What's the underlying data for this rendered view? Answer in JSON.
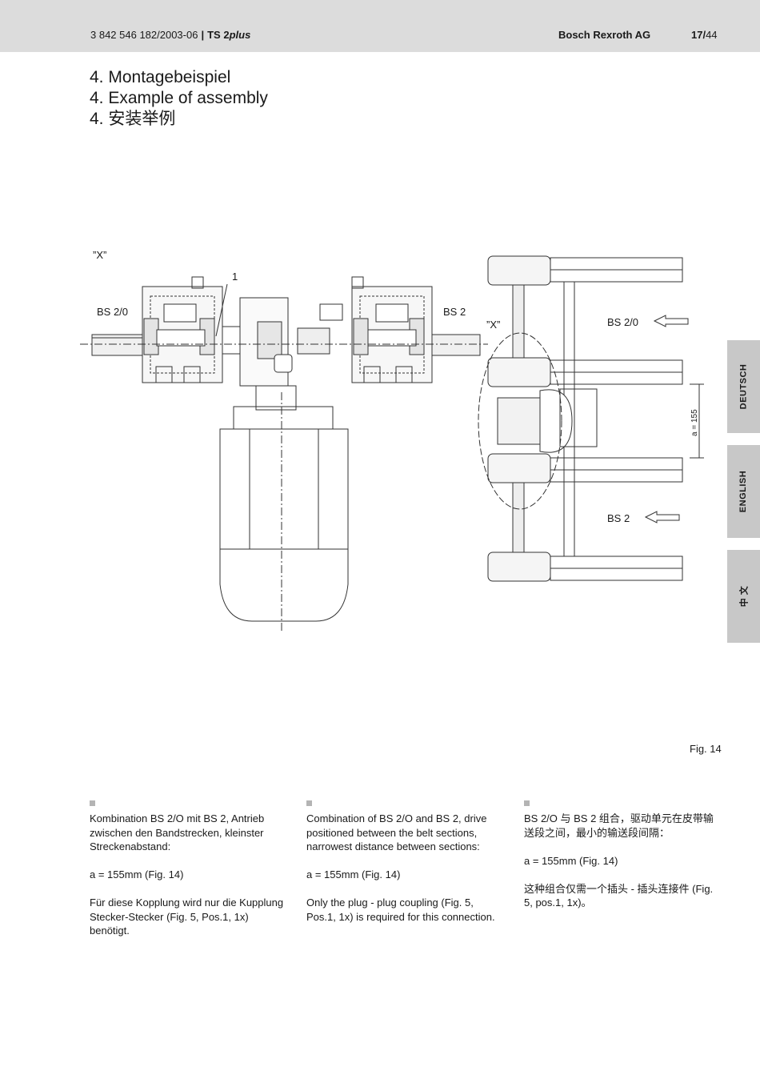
{
  "header": {
    "doc_number": "3 842 546 182/2003-06",
    "separator": "|",
    "product_prefix": "TS 2",
    "product_suffix": "plus",
    "company": "Bosch Rexroth AG",
    "page_current": "17/",
    "page_total": "44"
  },
  "section_titles": {
    "de": "4. Montagebeispiel",
    "en": "4. Example of assembly",
    "zh": "4. 安装举例"
  },
  "drawing": {
    "label_x_left": "”X”",
    "label_x_right": "”X”",
    "label_1": "1",
    "label_bs20_left": "BS 2/0",
    "label_bs2_left": "BS 2",
    "label_bs20_right": "BS 2/0",
    "label_bs2_right": "BS 2",
    "dimension": "a = 155"
  },
  "figure_caption": "Fig. 14",
  "side_tabs": [
    "DEUTSCH",
    "ENGLISH",
    "中 文"
  ],
  "columns": {
    "de": [
      "Kombination BS 2/O mit BS 2, Antrieb zwischen den Bandstrecken, kleinster Streckenabstand:",
      "a = 155mm (Fig. 14)",
      "Für diese Kopplung wird nur die Kupplung Stecker-Stecker (Fig. 5, Pos.1, 1x) benötigt."
    ],
    "en": [
      "Combination of BS 2/O and BS 2, drive positioned between the belt sections, narrowest distance between sections:",
      "a = 155mm (Fig. 14)",
      "Only the plug - plug coupling (Fig. 5, Pos.1, 1x) is required for this connection."
    ],
    "zh": [
      "BS 2/O 与 BS 2 组合，驱动单元在皮带输送段之间，最小的输送段间隔：",
      "a = 155mm (Fig. 14)",
      "这种组合仅需一个插头 - 插头连接件 (Fig. 5, pos.1, 1x)。"
    ]
  }
}
